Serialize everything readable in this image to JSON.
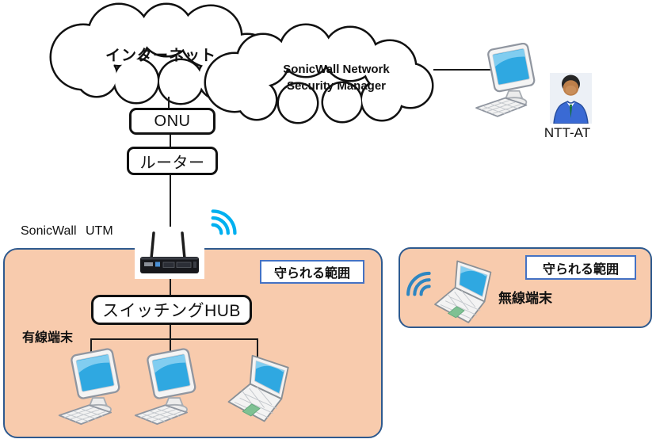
{
  "clouds": {
    "internet_label": "インターネット",
    "nsm_label_line1": "SonicWall Network",
    "nsm_label_line2": "Security Manager"
  },
  "nodes": {
    "onu": "ONU",
    "router": "ルーター",
    "hub": "スイッチングHUB",
    "utm": "SonicWall UTM"
  },
  "labels": {
    "ntt": "NTT-AT",
    "wired_terminals": "有線端末",
    "wireless_terminal": "無線端末",
    "protected_left": "守られる範囲",
    "protected_right": "守られる範囲"
  },
  "colors": {
    "protected_zone_fill": "#F8CBAD",
    "protected_zone_border": "#2E5A8F",
    "range_label_border": "#4472C4",
    "wifi_cyan": "#00B0F0",
    "wifi_blue": "#2E86C1",
    "screen_blue": "#2FA8E1",
    "line_black": "#1A1A1A"
  },
  "icons": {
    "internet_cloud": "cloud-shape",
    "nsm_cloud": "cloud-shape",
    "utm": "utm-appliance-icon",
    "wifi_left": "wifi-signal-icon",
    "wifi_right": "wifi-signal-icon",
    "wired_pc1": "desktop-computer-icon",
    "wired_pc2": "desktop-computer-icon",
    "wired_laptop": "laptop-icon",
    "ntt_computer": "desktop-computer-icon",
    "ntt_person": "person-icon",
    "wireless_laptop": "laptop-icon"
  }
}
